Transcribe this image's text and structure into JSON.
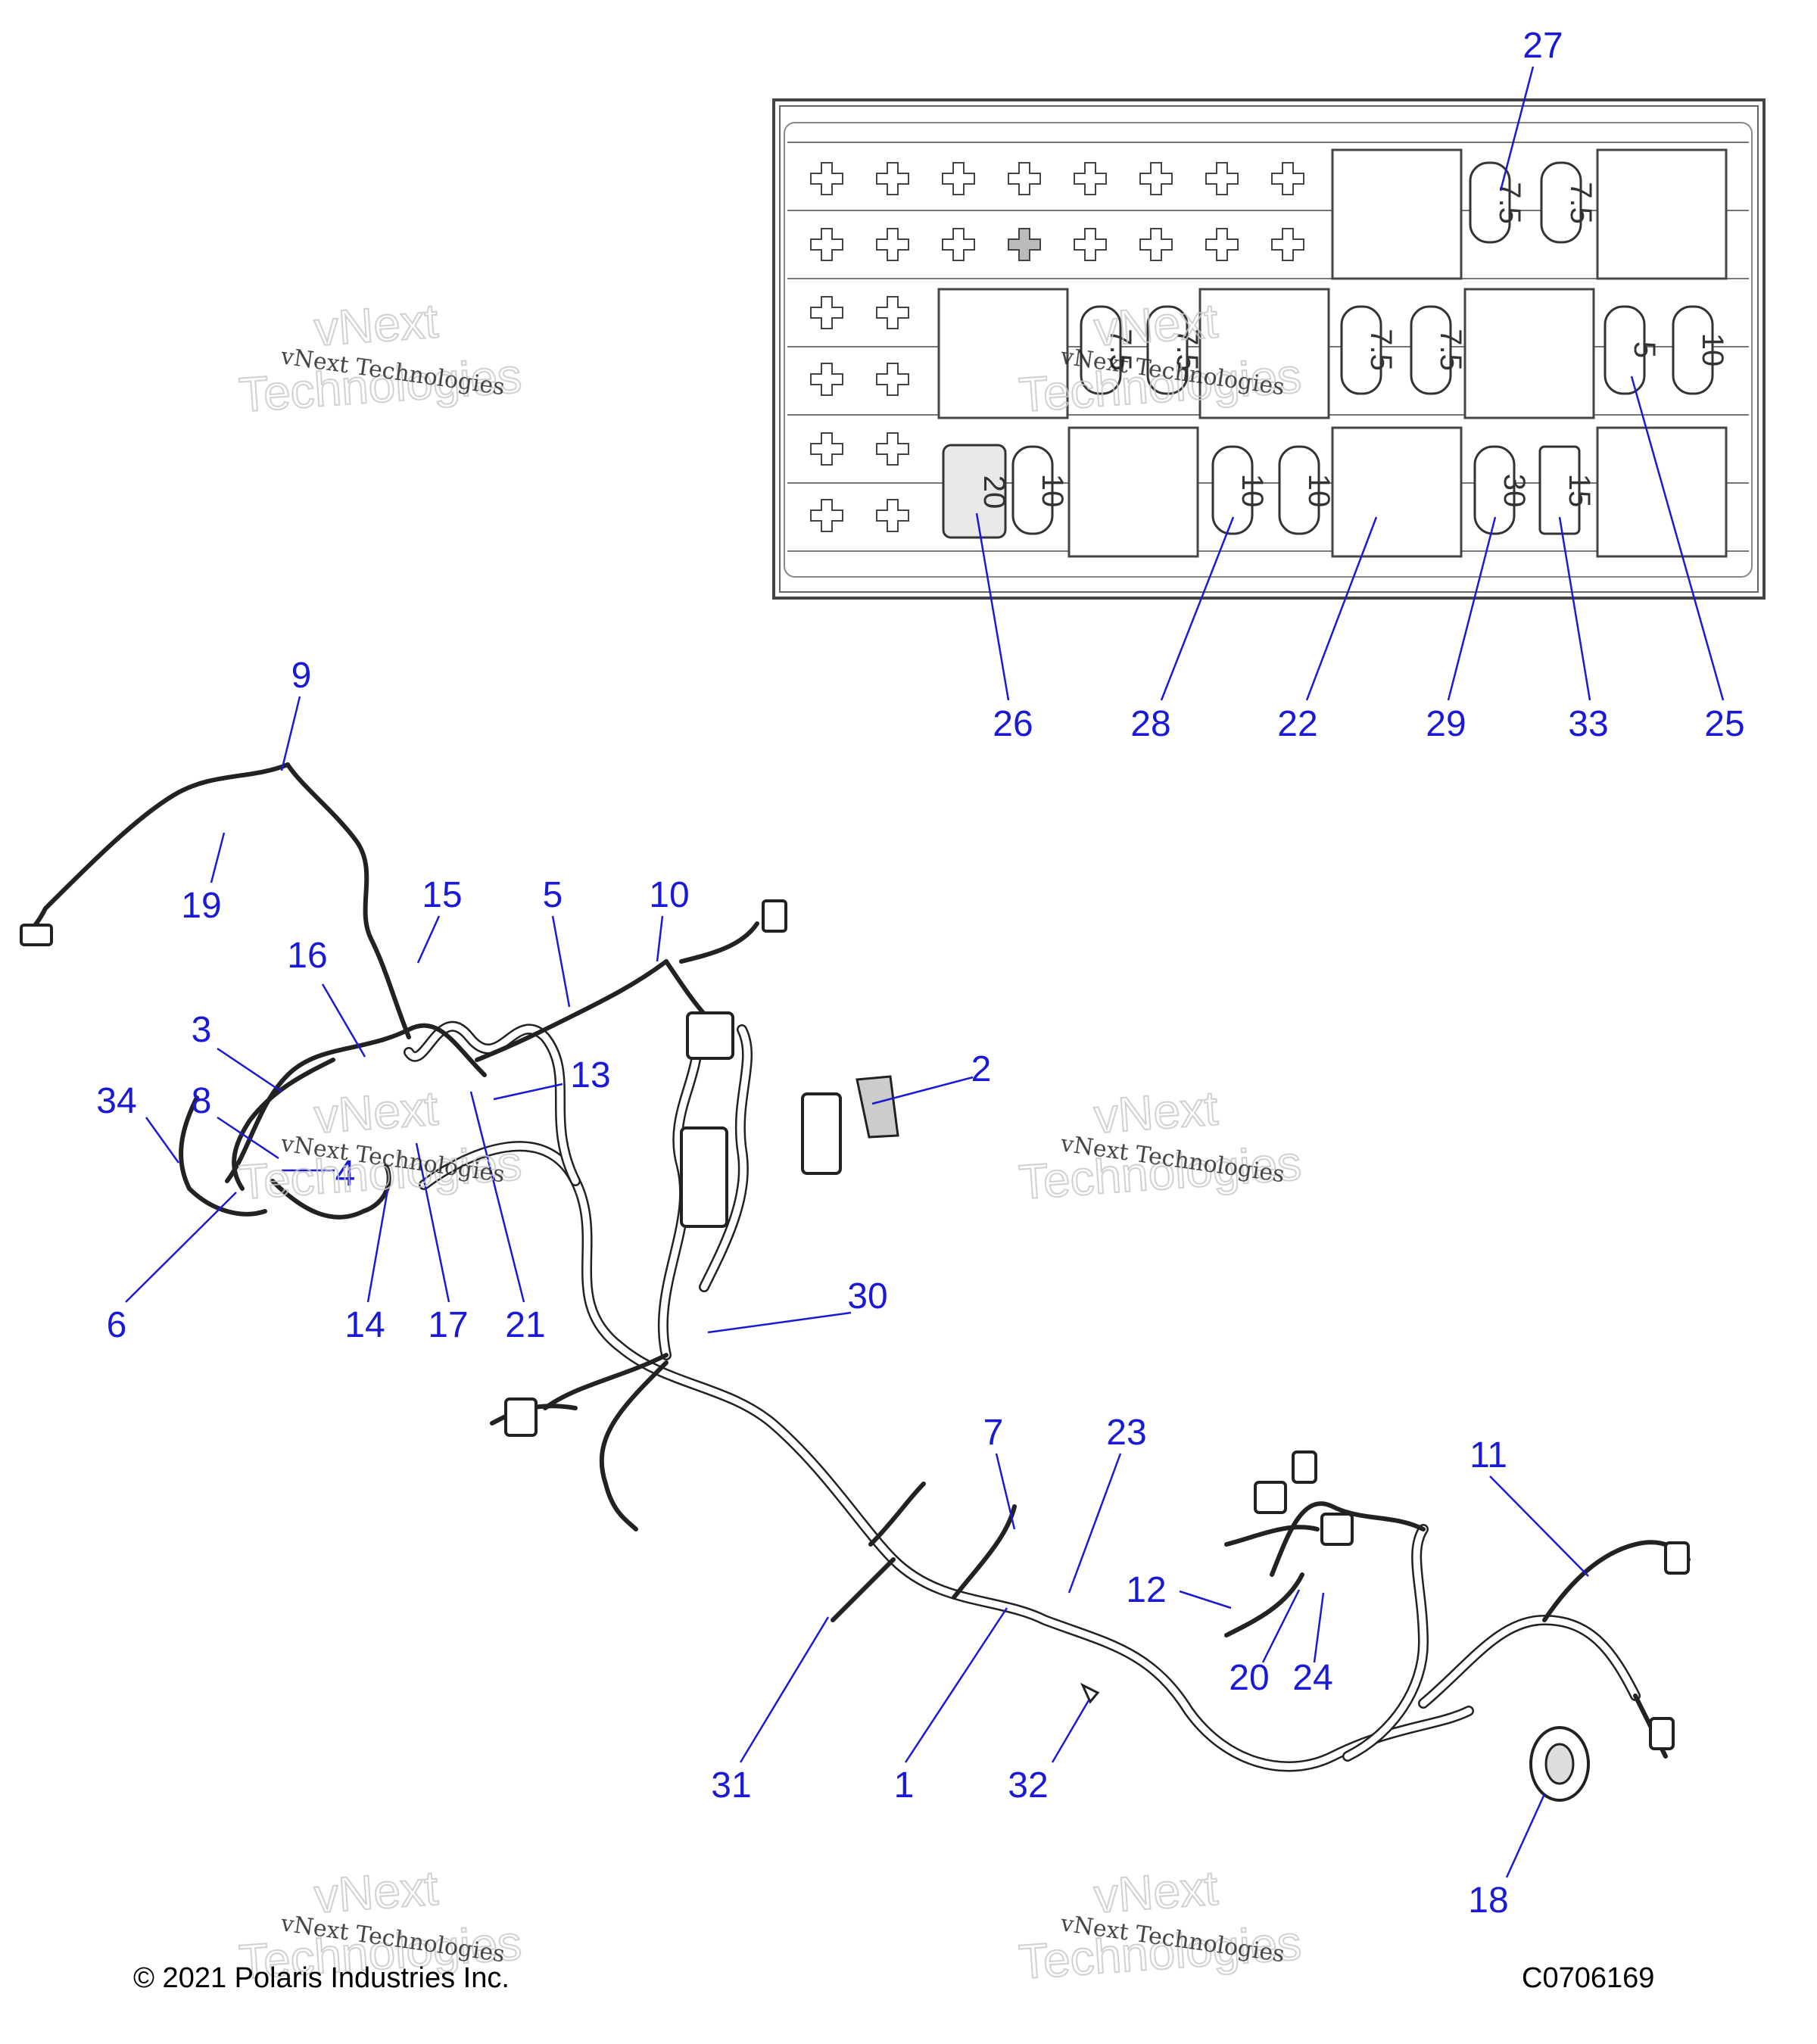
{
  "callouts": [
    {
      "id": "c27",
      "label": "27"
    },
    {
      "id": "c26",
      "label": "26"
    },
    {
      "id": "c28",
      "label": "28"
    },
    {
      "id": "c22",
      "label": "22"
    },
    {
      "id": "c29",
      "label": "29"
    },
    {
      "id": "c33",
      "label": "33"
    },
    {
      "id": "c25",
      "label": "25"
    },
    {
      "id": "c9",
      "label": "9"
    },
    {
      "id": "c19",
      "label": "19"
    },
    {
      "id": "c15",
      "label": "15"
    },
    {
      "id": "c5",
      "label": "5"
    },
    {
      "id": "c10",
      "label": "10"
    },
    {
      "id": "c16",
      "label": "16"
    },
    {
      "id": "c3",
      "label": "3"
    },
    {
      "id": "c13",
      "label": "13"
    },
    {
      "id": "c2",
      "label": "2"
    },
    {
      "id": "c34",
      "label": "34"
    },
    {
      "id": "c8",
      "label": "8"
    },
    {
      "id": "c4",
      "label": "4"
    },
    {
      "id": "c6",
      "label": "6"
    },
    {
      "id": "c14",
      "label": "14"
    },
    {
      "id": "c17",
      "label": "17"
    },
    {
      "id": "c21",
      "label": "21"
    },
    {
      "id": "c30",
      "label": "30"
    },
    {
      "id": "c7",
      "label": "7"
    },
    {
      "id": "c23",
      "label": "23"
    },
    {
      "id": "c11",
      "label": "11"
    },
    {
      "id": "c12",
      "label": "12"
    },
    {
      "id": "c20",
      "label": "20"
    },
    {
      "id": "c24",
      "label": "24"
    },
    {
      "id": "c31",
      "label": "31"
    },
    {
      "id": "c1",
      "label": "1"
    },
    {
      "id": "c32",
      "label": "32"
    },
    {
      "id": "c18",
      "label": "18"
    }
  ],
  "fuses": [
    {
      "id": "f1",
      "value": "7.5"
    },
    {
      "id": "f2",
      "value": "7.5"
    },
    {
      "id": "f3",
      "value": "7.5"
    },
    {
      "id": "f4",
      "value": "7.5"
    },
    {
      "id": "f5",
      "value": "7.5"
    },
    {
      "id": "f6",
      "value": "7.5"
    },
    {
      "id": "f7",
      "value": "5"
    },
    {
      "id": "f8",
      "value": "10"
    },
    {
      "id": "f9",
      "value": "20"
    },
    {
      "id": "f10",
      "value": "10"
    },
    {
      "id": "f11",
      "value": "10"
    },
    {
      "id": "f12",
      "value": "10"
    },
    {
      "id": "f13",
      "value": "30"
    },
    {
      "id": "f14",
      "value": "15"
    }
  ],
  "watermark": {
    "small": "vNext Technologies",
    "big_top": "vNext",
    "big_bottom": "Technologies"
  },
  "footer": {
    "copyright": "© 2021 Polaris Industries Inc.",
    "code": "C0706169"
  },
  "colors": {
    "callout": "#1a1ad6",
    "line": "#222222"
  }
}
